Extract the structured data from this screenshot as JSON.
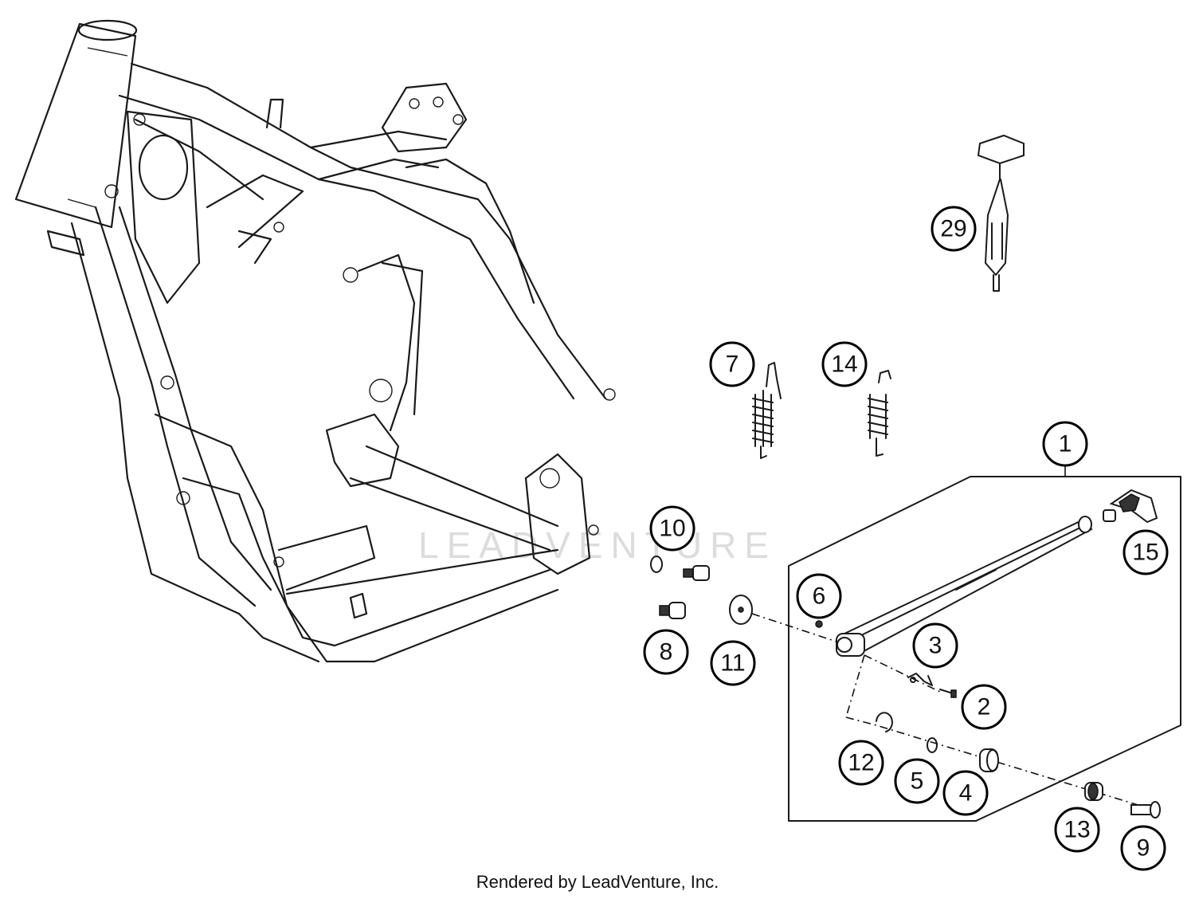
{
  "watermark": "LEADVENTURE",
  "footer": "Rendered by LeadVenture, Inc.",
  "callouts": [
    {
      "id": "c1",
      "label": "1"
    },
    {
      "id": "c2",
      "label": "2"
    },
    {
      "id": "c3",
      "label": "3"
    },
    {
      "id": "c4",
      "label": "4"
    },
    {
      "id": "c5",
      "label": "5"
    },
    {
      "id": "c6",
      "label": "6"
    },
    {
      "id": "c7",
      "label": "7"
    },
    {
      "id": "c8",
      "label": "8"
    },
    {
      "id": "c9",
      "label": "9"
    },
    {
      "id": "c10",
      "label": "10"
    },
    {
      "id": "c11",
      "label": "11"
    },
    {
      "id": "c12",
      "label": "12"
    },
    {
      "id": "c13",
      "label": "13"
    },
    {
      "id": "c14",
      "label": "14"
    },
    {
      "id": "c15",
      "label": "15"
    },
    {
      "id": "c29",
      "label": "29"
    }
  ]
}
